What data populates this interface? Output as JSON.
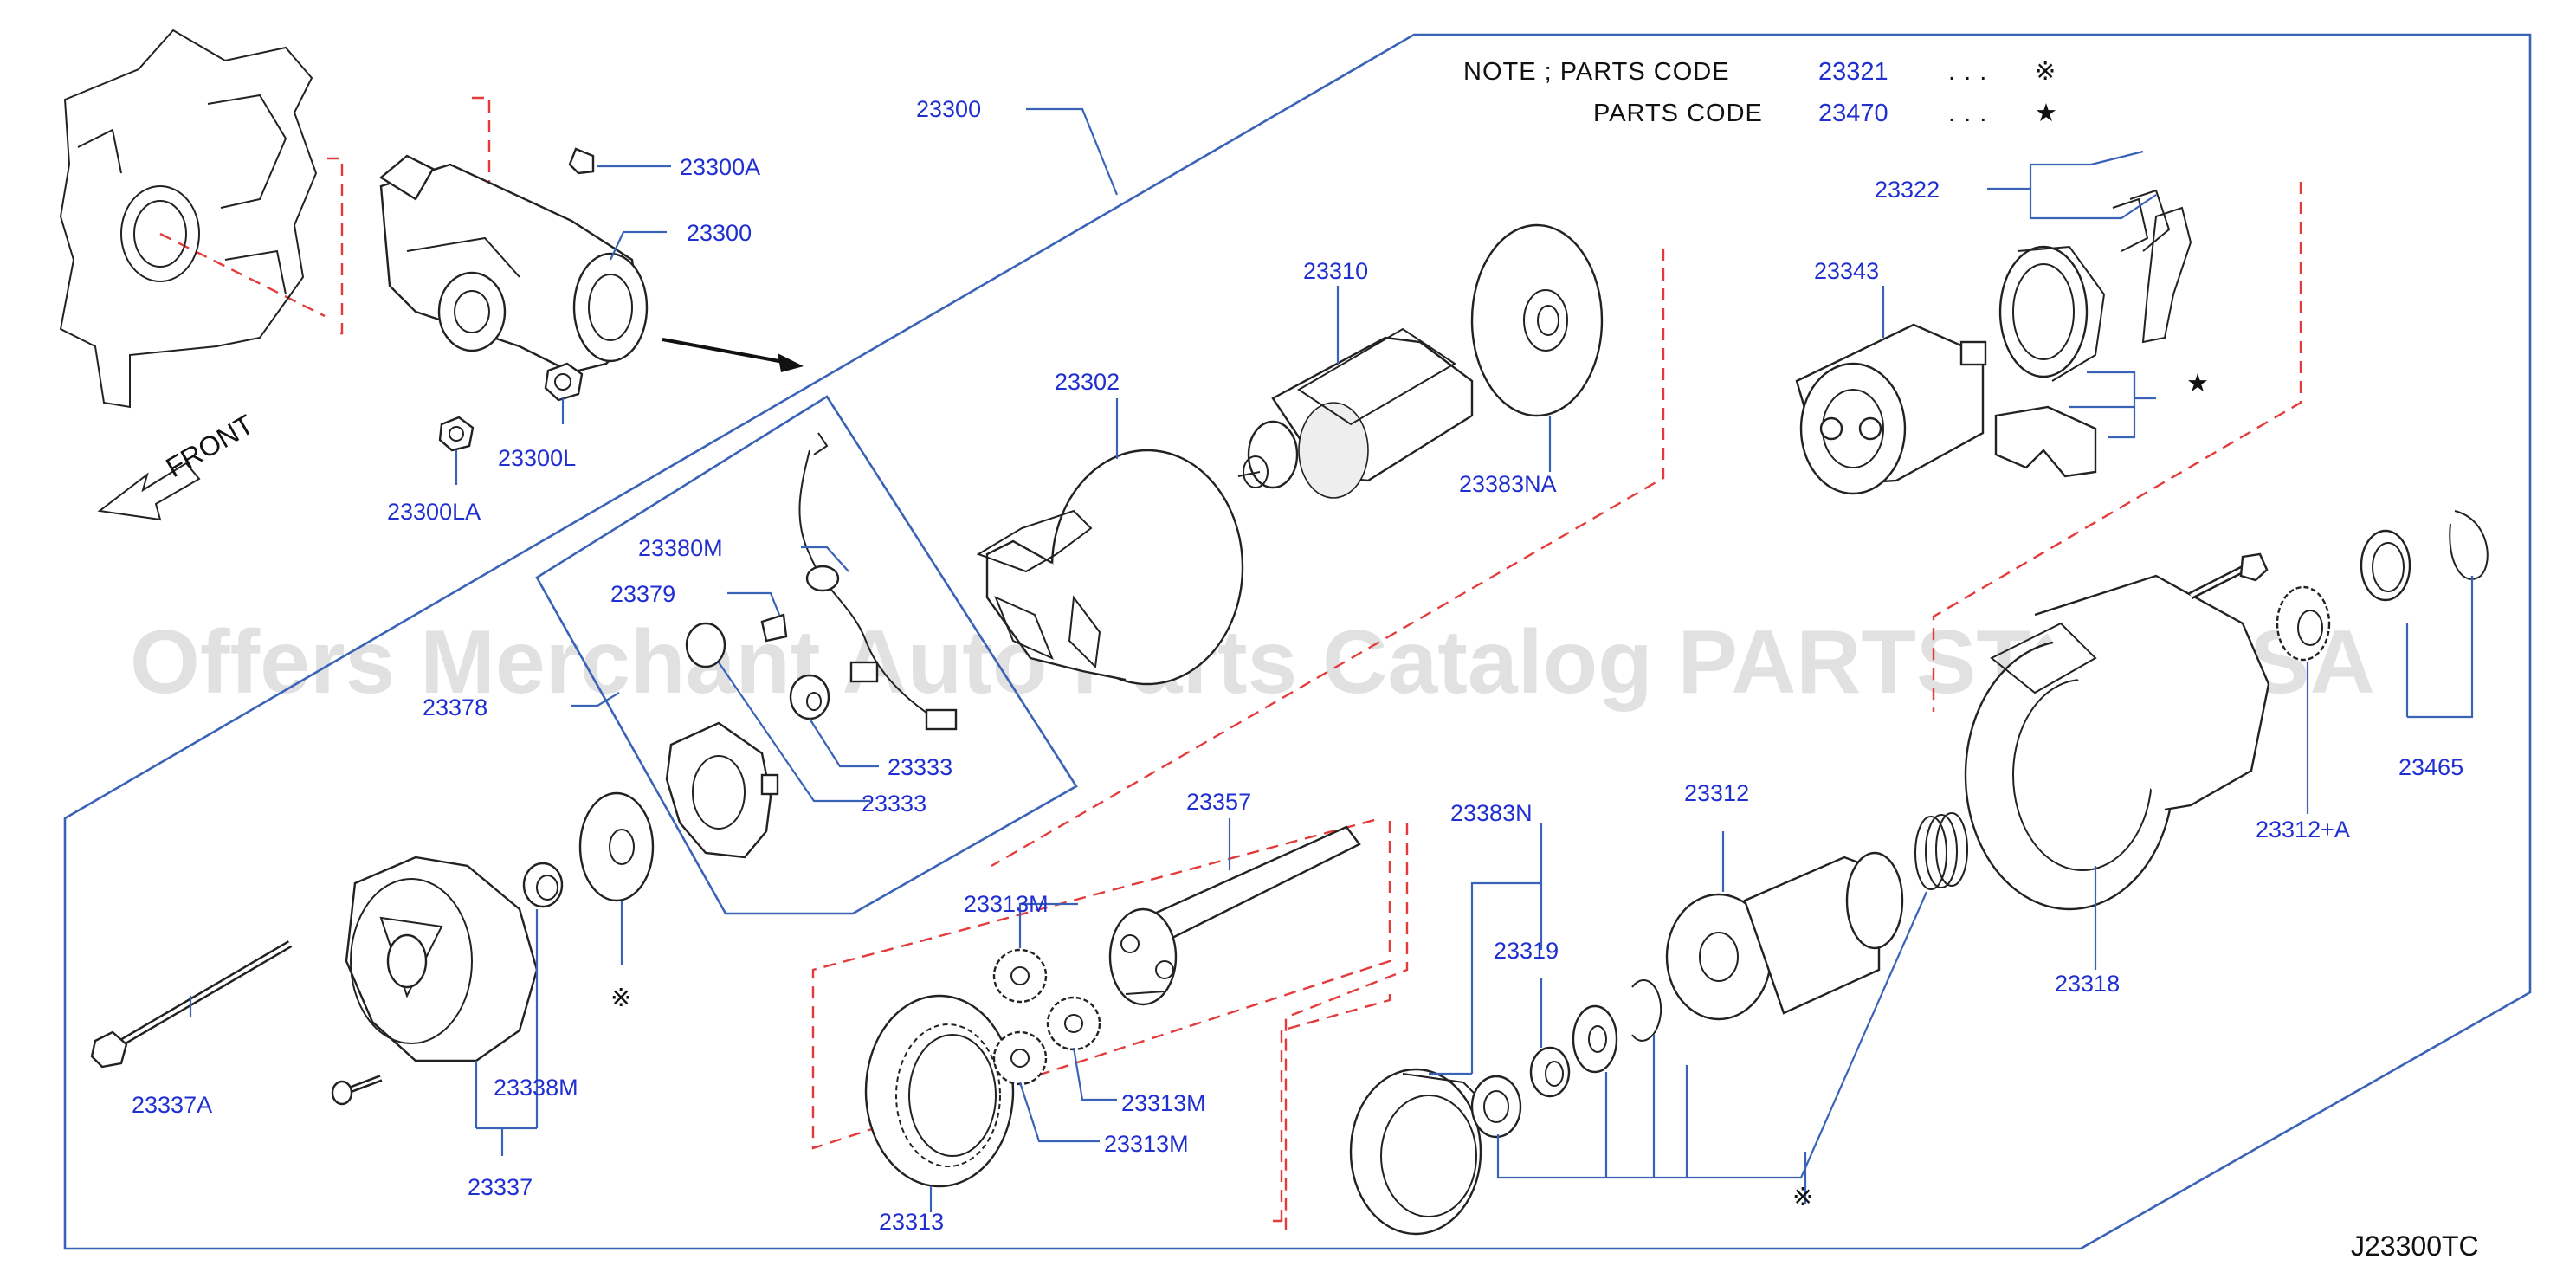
{
  "note": {
    "line1": {
      "prefix": "NOTE  ;  PARTS  CODE",
      "code": "23321",
      "dots": ". . .",
      "symbol": "※"
    },
    "line2": {
      "prefix": "PARTS  CODE",
      "code": "23470",
      "dots": ". . .",
      "symbol": "★"
    }
  },
  "labels": {
    "p23300_top": "23300",
    "p23300A": "23300A",
    "p23300_mid": "23300",
    "p23300L": "23300L",
    "p23300LA": "23300LA",
    "front": "FRONT",
    "p23310": "23310",
    "p23302": "23302",
    "p23383NA": "23383NA",
    "p23322": "23322",
    "p23343": "23343",
    "p23380M": "23380M",
    "p23379": "23379",
    "p23378": "23378",
    "p23333a": "23333",
    "p23333b": "23333",
    "p23357": "23357",
    "p23383N": "23383N",
    "p23312": "23312",
    "p23319": "23319",
    "p23313M_a": "23313M",
    "p23313M_b": "23313M",
    "p23313M_c": "23313M",
    "p23313": "23313",
    "p23337A": "23337A",
    "p23338M": "23338M",
    "p23337": "23337",
    "p23318": "23318",
    "p23312A": "23312+A",
    "p23465": "23465"
  },
  "symbols": {
    "asterisk_mark": "※",
    "star_mark": "★"
  },
  "watermark": "Offers Merchant Auto Parts Catalog PARTSTORE.SA",
  "diagram_code": "J23300TC",
  "colors": {
    "label_blue": "#1f2fd0",
    "leader_blue": "#3a63b8",
    "dashed_red": "#e43a3a",
    "line_black": "#222222"
  }
}
